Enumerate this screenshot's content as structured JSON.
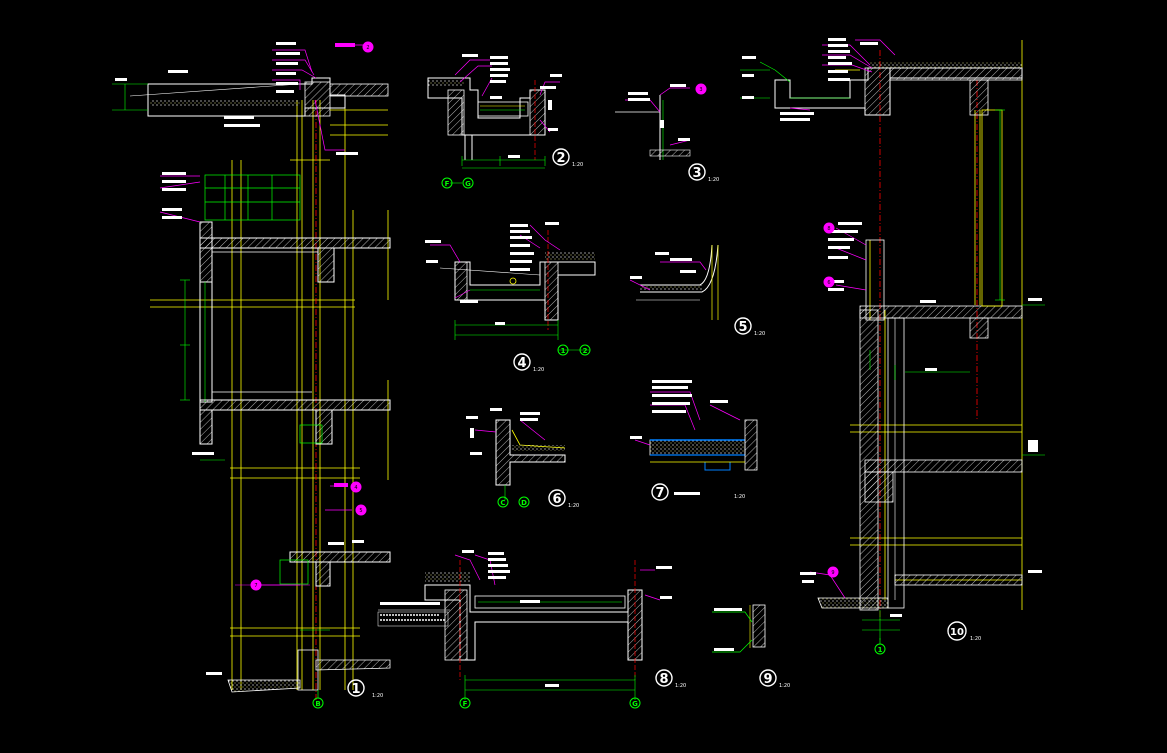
{
  "canvas": {
    "background": "#000000"
  },
  "colors": {
    "wall": "#ffffff",
    "axis_line": "#ffff00",
    "dimension": "#00ff00",
    "leader": "#ff00ff",
    "centerline": "#ff0000",
    "finish_layer": "#00ffff"
  },
  "details": [
    {
      "id": "detail-1",
      "number": "1",
      "scale": "1:20"
    },
    {
      "id": "detail-2",
      "number": "2",
      "scale": "1:20"
    },
    {
      "id": "detail-3",
      "number": "3",
      "scale": "1:20"
    },
    {
      "id": "detail-4",
      "number": "4",
      "scale": "1:20"
    },
    {
      "id": "detail-5",
      "number": "5",
      "scale": "1:20"
    },
    {
      "id": "detail-6",
      "number": "6",
      "scale": "1:20"
    },
    {
      "id": "detail-7",
      "number": "7",
      "scale": "1:20"
    },
    {
      "id": "detail-8",
      "number": "8",
      "scale": "1:20"
    },
    {
      "id": "detail-9",
      "number": "9",
      "scale": "1:20"
    },
    {
      "id": "detail-10",
      "number": "10",
      "scale": "1:20"
    }
  ],
  "axis_tags": {
    "d2_left": "F",
    "d2_right": "G",
    "d4_left": "1",
    "d4_right": "2",
    "d6_left": "C",
    "d6_right": "D",
    "d8_left": "F",
    "d8_right": "G",
    "d1_bottom": "B",
    "d10_bottom": "1"
  },
  "callouts": {
    "c1": "2",
    "c2": "4",
    "c3": "5",
    "c4": "7",
    "c5": "8",
    "c6": "3",
    "c7": "9",
    "c8": "6"
  }
}
